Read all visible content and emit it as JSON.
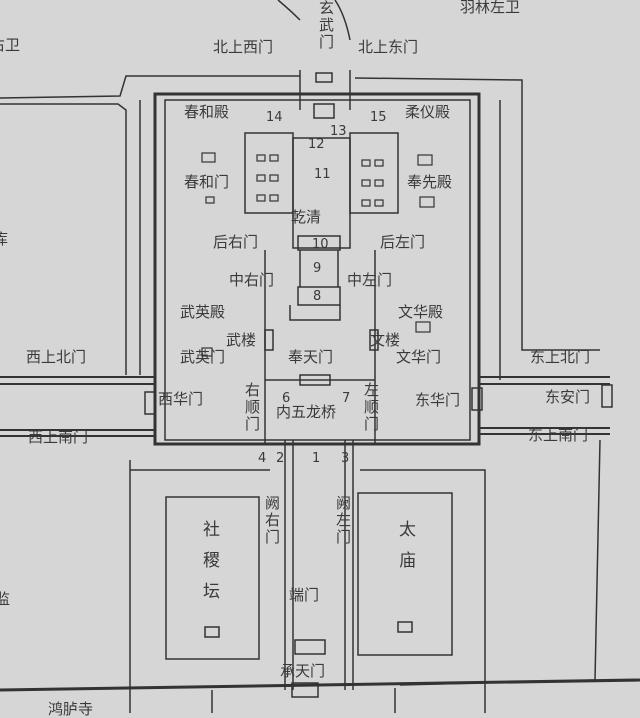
{
  "colors": {
    "paper": "#d6d6d6",
    "ink": "#333333"
  },
  "labels": {
    "yulin_zuowei": "羽林左卫",
    "xuanwumen": "玄武门",
    "beishang_ximen": "北上西门",
    "beishang_dongmen": "北上东门",
    "youwei_partial": "右卫",
    "ku_partial": "库",
    "jian_partial": "监",
    "honglusi": "鸿胪寺",
    "chunhedian": "春和殿",
    "rouyidian": "柔仪殿",
    "chunhemen": "春和门",
    "fengxiandian": "奉先殿",
    "qianqing": "乾清",
    "houyoumen": "后右门",
    "houzuomen": "后左门",
    "zhongyoumen": "中右门",
    "zhongzuomen": "中左门",
    "wuyingdian": "武英殿",
    "wenhuadian": "文华殿",
    "wulou": "武楼",
    "wenlou": "文楼",
    "xishang_beimen": "西上北门",
    "wuyingmen": "武英门",
    "fengtianmen": "奉天门",
    "wenhuamen": "文华门",
    "dongshang_beimen": "东上北门",
    "xihuamen": "西华门",
    "youshunmen": "右顺门",
    "neiwulongqiao": "内五龙桥",
    "zuoshunmen": "左顺门",
    "donghuamen": "东华门",
    "donganmen": "东安门",
    "xishang_nanmen": "西上南门",
    "dongshang_nanmen": "东上南门",
    "queyoumen": "阙右门",
    "quezuomen": "阙左门",
    "shejitan": "社稷坛",
    "taimiao": "太庙",
    "duanmen": "端门",
    "chengtianmen": "承天门"
  },
  "numbers": {
    "n1": "1",
    "n2": "2",
    "n3": "3",
    "n4": "4",
    "n6": "6",
    "n7": "7",
    "n8": "8",
    "n9": "9",
    "n10": "10",
    "n11": "11",
    "n12": "12",
    "n13": "13",
    "n14": "14",
    "n15": "15"
  }
}
